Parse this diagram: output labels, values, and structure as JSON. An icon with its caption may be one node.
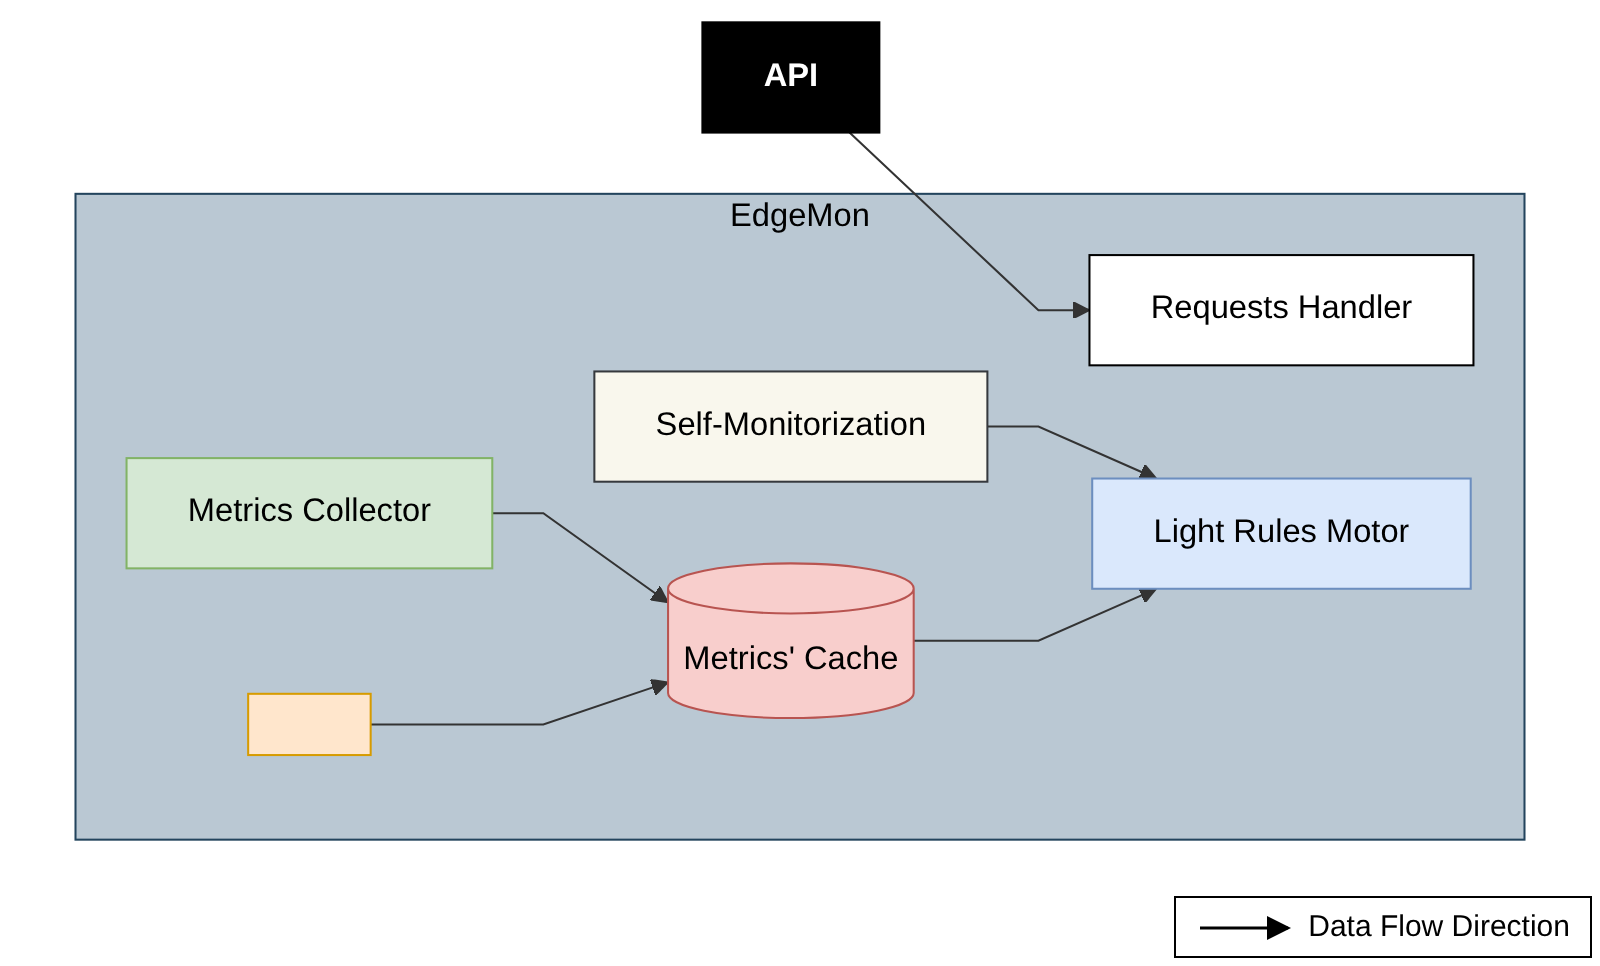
{
  "diagram": {
    "nodes": [
      {
        "text": [
          "EdgeMon"
        ]
      },
      {
        "text": [
          "API"
        ]
      },
      {
        "text": [
          "Requests Handler"
        ],
        "in": 0
      },
      {
        "text": [
          "Metrics Collector"
        ],
        "in": 0
      },
      {
        "text": [
          "Self-Monitorization"
        ],
        "in": 0
      },
      {
        "text": [],
        "shape": "box",
        "in": 0
      },
      {
        "text": [
          "Metrics' Cache"
        ],
        "in": 0
      },
      {
        "text": [
          "Light Rules Motor"
        ],
        "in": 0
      }
    ],
    "edges": [
      {
        "from": 1,
        "to": 2,
        "arrow": "to"
      },
      {
        "from": 3,
        "to": 6,
        "arrow": "to"
      },
      {
        "from": 4,
        "to": 7,
        "arrow": "to"
      },
      {
        "from": 5,
        "to": 6,
        "arrow": "to"
      },
      {
        "from": 6,
        "to": 7,
        "arrow": "to"
      }
    ],
    "legend": [
      {
        "text": "Data Flow Direction"
      }
    ]
  }
}
